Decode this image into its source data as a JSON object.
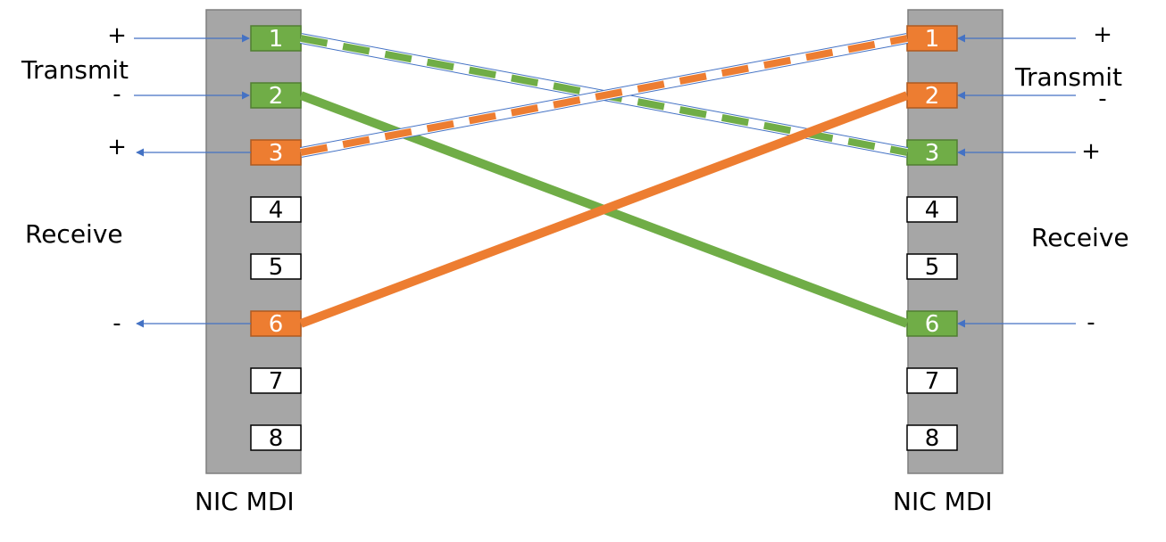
{
  "colors": {
    "panel": "#a6a6a6",
    "panel_border": "#7f7f7f",
    "green": "#70ad47",
    "green_border": "#507e32",
    "orange": "#ed7d31",
    "orange_border": "#ae5a21",
    "white": "#ffffff",
    "arrow_blue": "#4472c4"
  },
  "left": {
    "footer_label": "NIC MDI",
    "transmit_label": "Transmit",
    "receive_label": "Receive",
    "signs": {
      "pin1": "+",
      "pin2": "-",
      "pin3": "+",
      "pin6": "-"
    },
    "pins": [
      {
        "label": "1",
        "fill": "green"
      },
      {
        "label": "2",
        "fill": "green"
      },
      {
        "label": "3",
        "fill": "orange"
      },
      {
        "label": "4",
        "fill": "white"
      },
      {
        "label": "5",
        "fill": "white"
      },
      {
        "label": "6",
        "fill": "orange"
      },
      {
        "label": "7",
        "fill": "white"
      },
      {
        "label": "8",
        "fill": "white"
      }
    ]
  },
  "right": {
    "footer_label": "NIC MDI",
    "transmit_label": "Transmit",
    "receive_label": "Receive",
    "signs": {
      "pin1": "+",
      "pin2": "-",
      "pin3": "+",
      "pin6": "-"
    },
    "pins": [
      {
        "label": "1",
        "fill": "orange"
      },
      {
        "label": "2",
        "fill": "orange"
      },
      {
        "label": "3",
        "fill": "green"
      },
      {
        "label": "4",
        "fill": "white"
      },
      {
        "label": "5",
        "fill": "white"
      },
      {
        "label": "6",
        "fill": "green"
      },
      {
        "label": "7",
        "fill": "white"
      },
      {
        "label": "8",
        "fill": "white"
      }
    ]
  },
  "wires": [
    {
      "from": "left.1",
      "to": "right.3",
      "color": "green",
      "style": "striped"
    },
    {
      "from": "left.2",
      "to": "right.6",
      "color": "green",
      "style": "solid"
    },
    {
      "from": "left.3",
      "to": "right.1",
      "color": "orange",
      "style": "striped"
    },
    {
      "from": "left.6",
      "to": "right.2",
      "color": "orange",
      "style": "solid"
    }
  ]
}
